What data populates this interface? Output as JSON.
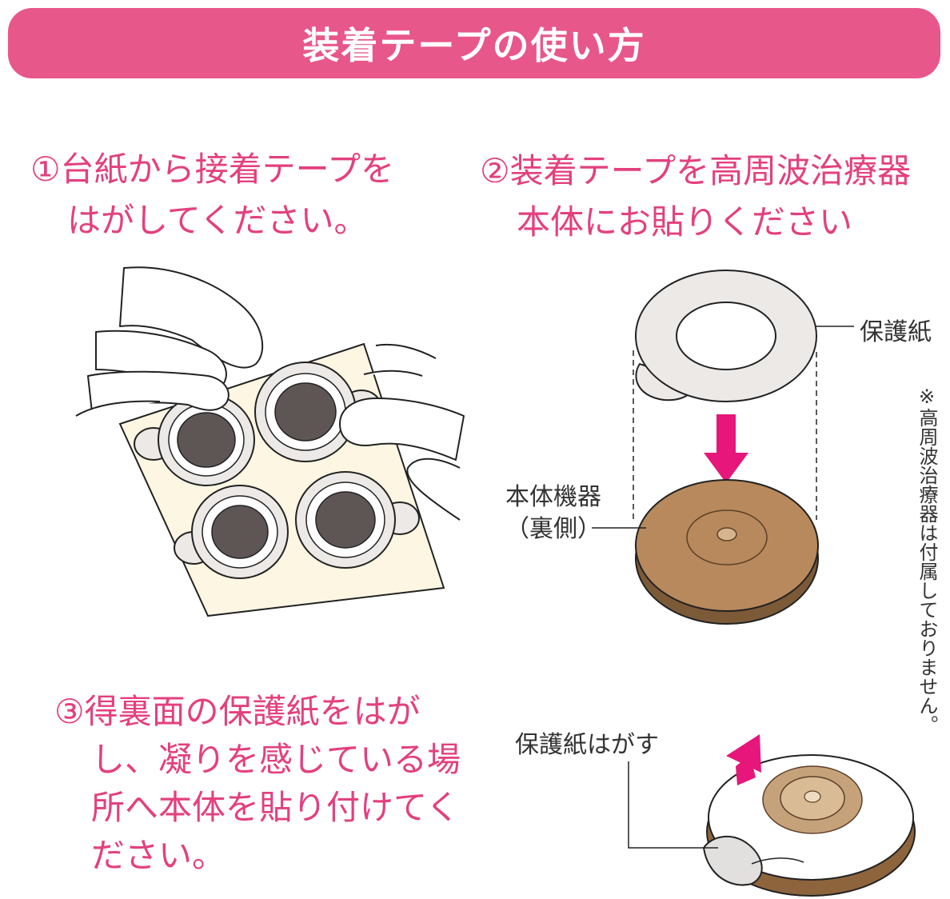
{
  "header": {
    "title": "装着テープの使い方"
  },
  "steps": [
    {
      "line1": "①台紙から接着テープを",
      "line2": "はがしてください。"
    },
    {
      "line1": "②装着テープを高周波治療器",
      "line2": "本体にお貼りください"
    },
    {
      "line1": "③得裏面の保護紙をはが",
      "line2": "し、凝りを感じている場",
      "line3": "所へ本体を貼り付けてく",
      "line4": "ださい。"
    }
  ],
  "labels": {
    "protective_paper": "保護紙",
    "device_body_line1": "本体機器",
    "device_body_line2": "（裏側）",
    "peel_paper": "保護紙はがす"
  },
  "note": "※高周波治療器は付属しておりません。",
  "colors": {
    "accent": "#e8578a",
    "text_pink": "#e3407e",
    "device_brown": "#b8895c",
    "pad_dark": "#5d5654"
  }
}
